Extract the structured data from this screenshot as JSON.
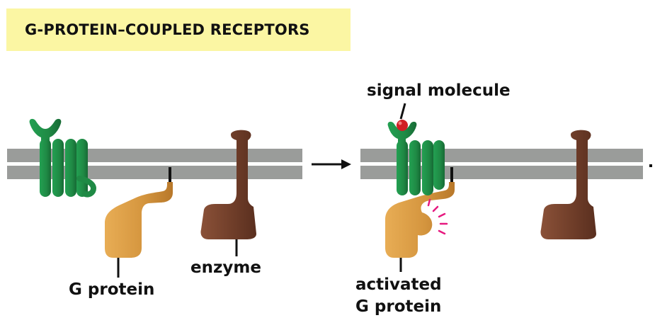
{
  "title": "G-PROTEIN–COUPLED RECEPTORS",
  "labels": {
    "g_protein": "G protein",
    "enzyme": "enzyme",
    "signal_molecule": "signal molecule",
    "activated_g_protein_line1": "activated",
    "activated_g_protein_line2": "G protein"
  },
  "colors": {
    "title_background": "#fbf6a3",
    "membrane": "#9a9c9a",
    "receptor": "#1f8a45",
    "g_protein": "#d5963f",
    "enzyme": "#73402b",
    "signal_molecule": "#d11f25",
    "activation_marks": "#e6197f"
  },
  "icons": {
    "transition": "right-arrow-icon"
  }
}
